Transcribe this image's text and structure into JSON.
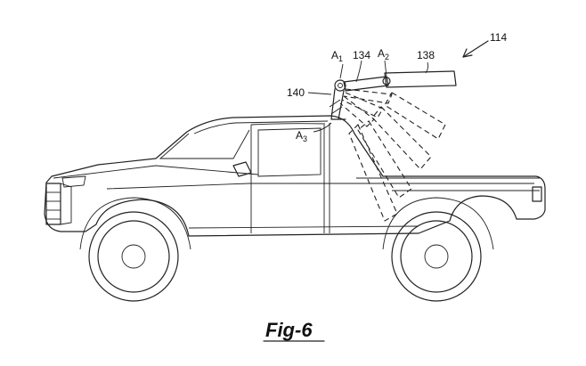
{
  "figure": {
    "caption": "Fig-6",
    "labels": {
      "assembly": "114",
      "arm": "134",
      "panel": "138",
      "mount": "140",
      "a1": "A",
      "a1_sub": "1",
      "a2": "A",
      "a2_sub": "2",
      "a3": "A",
      "a3_sub": "3"
    }
  }
}
